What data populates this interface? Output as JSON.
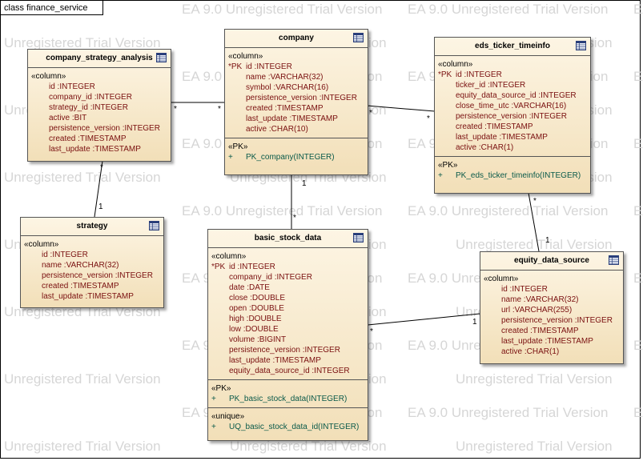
{
  "diagram": {
    "frame_label": "class finance_service",
    "watermark": "Unregistered Trial Version EA 9.0",
    "watermark_rows": [
      "EA 9.0 Unregistered Trial Version",
      "Unregistered Trial Version",
      "EA 9.0 Unregistered Trial Version",
      "Unregistered Trial Version",
      "EA 9.0 Unregistered Trial Version",
      "Unregistered Trial Version",
      "EA 9.0 Unregistered Trial Version",
      "Unregistered Trial Version",
      "EA 9.0 Unregistered Trial Version",
      "Unregistered Trial Version",
      "EA 9.0 Unregistered Trial Version",
      "Unregistered Trial Version",
      "EA 9.0 Unregistered Trial Version",
      "Unregistered Trial Version"
    ],
    "tables": {
      "company_strategy_analysis": {
        "title": "company_strategy_analysis",
        "sections": [
          {
            "stereotype": "«column»",
            "rows": [
              {
                "prefix": "",
                "text": "id  :INTEGER"
              },
              {
                "prefix": "",
                "text": "company_id  :INTEGER"
              },
              {
                "prefix": "",
                "text": "strategy_id  :INTEGER"
              },
              {
                "prefix": "",
                "text": "active  :BIT"
              },
              {
                "prefix": "",
                "text": "persistence_version  :INTEGER"
              },
              {
                "prefix": "",
                "text": "created  :TIMESTAMP"
              },
              {
                "prefix": "",
                "text": "last_update  :TIMESTAMP"
              }
            ]
          }
        ]
      },
      "company": {
        "title": "company",
        "sections": [
          {
            "stereotype": "«column»",
            "rows": [
              {
                "prefix": "*PK",
                "text": "id  :INTEGER"
              },
              {
                "prefix": "",
                "text": "name  :VARCHAR(32)"
              },
              {
                "prefix": "",
                "text": "symbol  :VARCHAR(16)"
              },
              {
                "prefix": "",
                "text": "persistence_version  :INTEGER"
              },
              {
                "prefix": "",
                "text": "created  :TIMESTAMP"
              },
              {
                "prefix": "",
                "text": "last_update  :TIMESTAMP"
              },
              {
                "prefix": "",
                "text": "active  :CHAR(10)"
              }
            ]
          },
          {
            "stereotype": "«PK»",
            "ops": [
              {
                "prefix": "+",
                "text": "PK_company(INTEGER)"
              }
            ]
          }
        ]
      },
      "eds_ticker_timeinfo": {
        "title": "eds_ticker_timeinfo",
        "sections": [
          {
            "stereotype": "«column»",
            "rows": [
              {
                "prefix": "*PK",
                "text": "id  :INTEGER"
              },
              {
                "prefix": "",
                "text": "ticker_id  :INTEGER"
              },
              {
                "prefix": "",
                "text": "equity_data_source_id  :INTEGER"
              },
              {
                "prefix": "",
                "text": "close_time_utc  :VARCHAR(16)"
              },
              {
                "prefix": "",
                "text": "persistence_version  :INTEGER"
              },
              {
                "prefix": "",
                "text": "created  :TIMESTAMP"
              },
              {
                "prefix": "",
                "text": "last_update  :TIMESTAMP"
              },
              {
                "prefix": "",
                "text": "active  :CHAR(1)"
              }
            ]
          },
          {
            "stereotype": "«PK»",
            "ops": [
              {
                "prefix": "+",
                "text": "PK_eds_ticker_timeinfo(INTEGER)"
              }
            ]
          }
        ]
      },
      "strategy": {
        "title": "strategy",
        "sections": [
          {
            "stereotype": "«column»",
            "rows": [
              {
                "prefix": "",
                "text": "id  :INTEGER"
              },
              {
                "prefix": "",
                "text": "name  :VARCHAR(32)"
              },
              {
                "prefix": "",
                "text": "persistence_version  :INTEGER"
              },
              {
                "prefix": "",
                "text": "created  :TIMESTAMP"
              },
              {
                "prefix": "",
                "text": "last_update  :TIMESTAMP"
              }
            ]
          }
        ]
      },
      "basic_stock_data": {
        "title": "basic_stock_data",
        "sections": [
          {
            "stereotype": "«column»",
            "rows": [
              {
                "prefix": "*PK",
                "text": "id  :INTEGER"
              },
              {
                "prefix": "",
                "text": "company_id  :INTEGER"
              },
              {
                "prefix": "",
                "text": "date  :DATE"
              },
              {
                "prefix": "",
                "text": "close  :DOUBLE"
              },
              {
                "prefix": "",
                "text": "open  :DOUBLE"
              },
              {
                "prefix": "",
                "text": "high  :DOUBLE"
              },
              {
                "prefix": "",
                "text": "low  :DOUBLE"
              },
              {
                "prefix": "",
                "text": "volume  :BIGINT"
              },
              {
                "prefix": "",
                "text": "persistence_version  :INTEGER"
              },
              {
                "prefix": "",
                "text": "last_update  :TIMESTAMP"
              },
              {
                "prefix": "",
                "text": "equity_data_source_id  :INTEGER"
              }
            ]
          },
          {
            "stereotype": "«PK»",
            "ops": [
              {
                "prefix": "+",
                "text": "PK_basic_stock_data(INTEGER)"
              }
            ]
          },
          {
            "stereotype": "«unique»",
            "ops": [
              {
                "prefix": "+",
                "text": "UQ_basic_stock_data_id(INTEGER)"
              }
            ]
          }
        ]
      },
      "equity_data_source": {
        "title": "equity_data_source",
        "sections": [
          {
            "stereotype": "«column»",
            "rows": [
              {
                "prefix": "",
                "text": "id  :INTEGER"
              },
              {
                "prefix": "",
                "text": "name  :VARCHAR(32)"
              },
              {
                "prefix": "",
                "text": "url  :VARCHAR(255)"
              },
              {
                "prefix": "",
                "text": "persistence_version  :INTEGER"
              },
              {
                "prefix": "",
                "text": "created  :TIMESTAMP"
              },
              {
                "prefix": "",
                "text": "last_update  :TIMESTAMP"
              },
              {
                "prefix": "",
                "text": "active  :CHAR(1)"
              }
            ]
          }
        ]
      }
    },
    "relations": [
      {
        "from": "company_strategy_analysis",
        "to": "company",
        "from_mult": "*",
        "to_mult": "*"
      },
      {
        "from": "company_strategy_analysis",
        "to": "strategy",
        "from_mult": "*",
        "to_mult": "1"
      },
      {
        "from": "company",
        "to": "eds_ticker_timeinfo",
        "from_mult": "*",
        "to_mult": "*"
      },
      {
        "from": "company",
        "to": "basic_stock_data",
        "from_mult": "1",
        "to_mult": "*"
      },
      {
        "from": "eds_ticker_timeinfo",
        "to": "equity_data_source",
        "from_mult": "*",
        "to_mult": "1"
      },
      {
        "from": "basic_stock_data",
        "to": "equity_data_source",
        "from_mult": "*",
        "to_mult": "1"
      }
    ]
  }
}
